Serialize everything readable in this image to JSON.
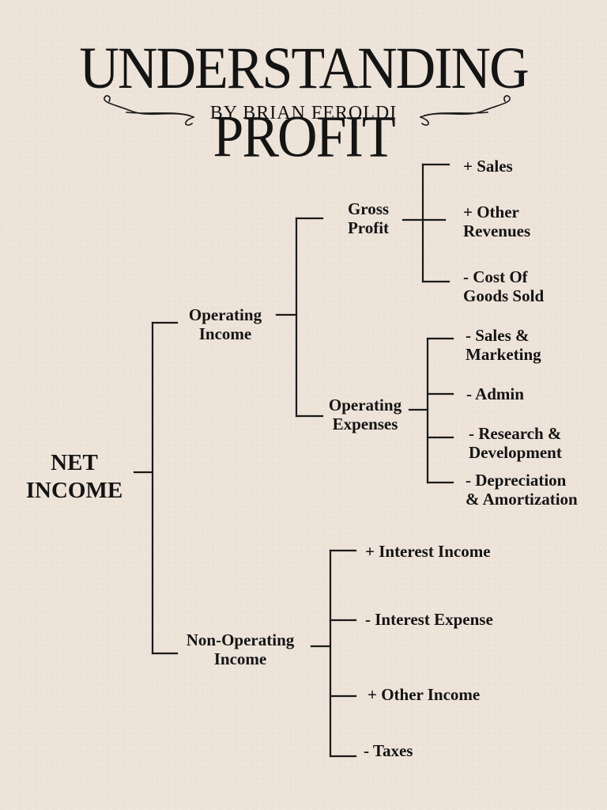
{
  "title": "UNDERSTANDING PROFIT",
  "byline": "BY BRIAN FEROLDI",
  "root": "NET\nINCOME",
  "operating_income": "Operating\nIncome",
  "non_operating_income": "Non-Operating\nIncome",
  "gross_profit": "Gross\nProfit",
  "operating_expenses": "Operating\nExpenses",
  "gross_profit_items": [
    "+ Sales",
    "+ Other\nRevenues",
    "- Cost Of\nGoods Sold"
  ],
  "operating_expense_items": [
    "- Sales &\nMarketing",
    "- Admin",
    "- Research  &\nDevelopment",
    " - Depreciation\n& Amortization"
  ],
  "non_operating_items": [
    "+ Interest Income",
    "- Interest Expense",
    "+ Other Income",
    "- Taxes"
  ]
}
